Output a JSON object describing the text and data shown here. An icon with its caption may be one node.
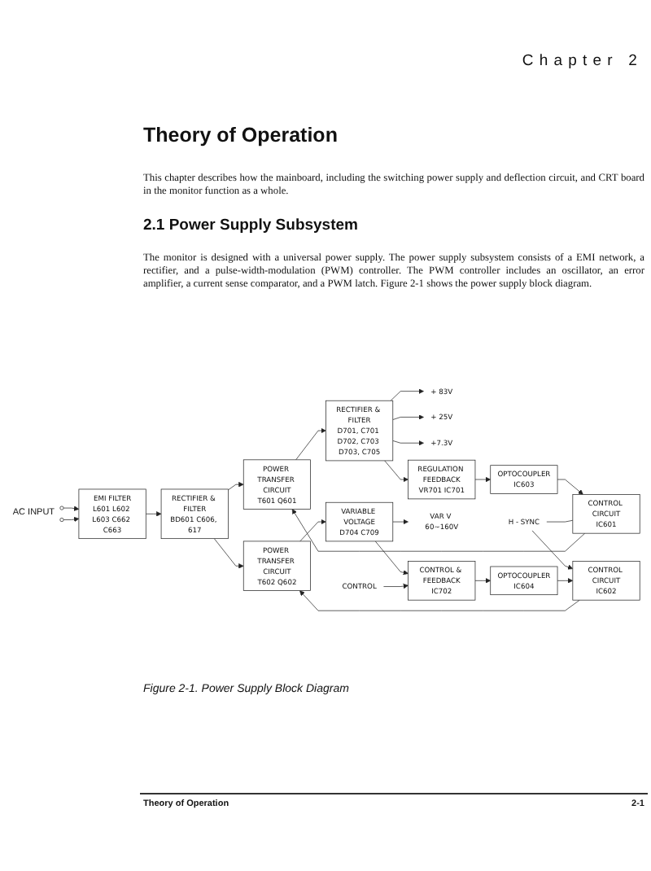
{
  "diagram": {
    "title": "Theory of Operation",
    "caption": "Figure 2-1. Power Supply Block Diagram",
    "nodes": [
      {
        "text": [],
        "shape": "circle"
      },
      {
        "text": [],
        "shape": "circle"
      },
      {
        "text": [
          "EMI FILTER",
          "L601 L602 L603 C662 C663"
        ]
      },
      {
        "text": [
          "RECTIFIER & FILTER",
          "BD601 C606, 617"
        ]
      },
      {
        "text": [
          "POWER TRANSFER CIRCUIT",
          "T601 Q601"
        ]
      },
      {
        "text": [
          "RECTIFIER & FILTER",
          "D701, C701 D702, C703 D703, C705"
        ]
      },
      {
        "text": [
          "+ 83V"
        ]
      },
      {
        "text": [
          "+ 25V"
        ]
      },
      {
        "text": [
          "+7.3V"
        ]
      },
      {
        "text": [
          "H - SYNC"
        ]
      },
      {
        "text": [
          "CONTROL CIRCUIT",
          "IC601"
        ]
      },
      {
        "text": [
          "OPTOCOUPLER",
          "IC603"
        ]
      },
      {
        "text": [
          "REGULATION FEEDBACK",
          "VR701 IC701"
        ]
      },
      {
        "text": [
          "POWER TRANSFER CIRCUIT",
          "T602 Q602"
        ]
      },
      {
        "text": [
          "VARIABLE VOLTAGE",
          "D704 C709"
        ]
      },
      {
        "text": [
          "VAR V 60~160V"
        ]
      },
      {
        "text": [
          "CONTROL CIRCUIT",
          "IC602"
        ]
      },
      {
        "text": [
          "OPTOCOUPLER",
          "IC604"
        ]
      },
      {
        "text": [
          "CONTROL & FEEDBACK",
          "IC702"
        ]
      },
      {
        "text": [
          "CONTROL"
        ]
      }
    ],
    "edges": [
      {
        "from": 0,
        "to": 2,
        "arrow": "to"
      },
      {
        "from": 1,
        "to": 2,
        "arrow": "to"
      },
      {
        "from": 2,
        "to": 3,
        "arrow": "to"
      },
      {
        "from": 3,
        "to": 4,
        "arrow": "to"
      },
      {
        "from": 3,
        "to": 13,
        "arrow": "to"
      },
      {
        "from": 4,
        "to": 5,
        "arrow": "to"
      },
      {
        "from": 5,
        "to": 6,
        "arrow": "to"
      },
      {
        "from": 5,
        "to": 7,
        "arrow": "to"
      },
      {
        "from": 5,
        "to": 8,
        "arrow": "to"
      },
      {
        "from": 5,
        "to": 12,
        "arrow": "to"
      },
      {
        "from": 12,
        "to": 11,
        "arrow": "to"
      },
      {
        "from": 11,
        "to": 10,
        "arrow": "to"
      },
      {
        "from": 10,
        "to": 4,
        "arrow": "to"
      },
      {
        "from": 9,
        "to": 10,
        "arrow": "none"
      },
      {
        "from": 9,
        "to": 16,
        "arrow": "to"
      },
      {
        "from": 13,
        "to": 14,
        "arrow": "to"
      },
      {
        "from": 14,
        "to": 15,
        "arrow": "to"
      },
      {
        "from": 14,
        "to": 18,
        "arrow": "to"
      },
      {
        "from": 19,
        "to": 18,
        "arrow": "to"
      },
      {
        "from": 18,
        "to": 17,
        "arrow": "to"
      },
      {
        "from": 17,
        "to": 16,
        "arrow": "to"
      },
      {
        "from": 16,
        "to": 13,
        "arrow": "to"
      }
    ],
    "labels": [
      "Chapter 2",
      "This chapter describes how the mainboard, including the switching power supply and deflection circuit, and CRT board in the monitor function as a whole.",
      "2.1 Power Supply Subsystem",
      "The monitor is designed with a universal power supply. The power supply subsystem consists of a EMI network, a rectifier, and a pulse-width-modulation (PWM) controller. The PWM controller includes an oscillator, an error amplifier, a current sense comparator, and a PWM latch. Figure 2-1 shows the power supply block diagram.",
      "AC INPUT",
      "Theory of Operation",
      "2-1"
    ]
  }
}
